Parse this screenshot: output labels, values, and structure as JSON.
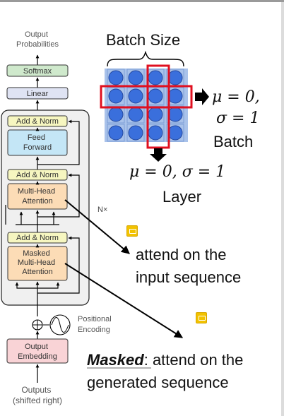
{
  "transformer": {
    "output_probabilities": [
      "Output",
      "Probabilities"
    ],
    "softmax": "Softmax",
    "linear": "Linear",
    "add_norm": "Add & Norm",
    "feed_forward": [
      "Feed",
      "Forward"
    ],
    "multi_head": [
      "Multi-Head",
      "Attention"
    ],
    "masked_multi_head": [
      "Masked",
      "Multi-Head",
      "Attention"
    ],
    "nx": "N×",
    "positional_encoding": [
      "Positional",
      "Encoding"
    ],
    "output_embedding": [
      "Output",
      "Embedding"
    ],
    "outputs": [
      "Outputs",
      "(shifted right)"
    ]
  },
  "batchnorm": {
    "batch_size": "Batch Size",
    "batch_eq_1": "μ = 0,",
    "batch_eq_2": "σ = 1",
    "batch_label": "Batch",
    "layer_eq": "μ = 0, σ = 1",
    "layer_label": "Layer"
  },
  "annotations": {
    "attend_input": [
      "attend on the",
      "input sequence"
    ],
    "masked_word": "Masked",
    "masked_rest": ": attend on the",
    "masked_line2": "generated sequence"
  },
  "colors": {
    "softmax": "#cfe9cc",
    "linear": "#dfe3f3",
    "add_norm": "#f6f6c0",
    "feed_forward": "#c4e6f6",
    "attention": "#fcdcb6",
    "embedding": "#f9d3d6",
    "cell": "#3a6fdc",
    "cell_bg": "#a9c2ea",
    "highlight": "#e01020"
  }
}
